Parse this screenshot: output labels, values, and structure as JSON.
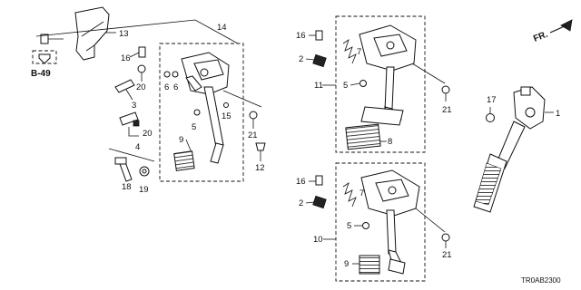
{
  "diagram": {
    "ref_block": {
      "label": "B-49"
    },
    "direction_label": "FR.",
    "drawing_code": "TR0AB2300",
    "part_labels": {
      "p1": "1",
      "p2a": "2",
      "p2b": "2",
      "p3": "3",
      "p4": "4",
      "p5a": "5",
      "p5b": "5",
      "p5c": "5",
      "p6a": "6",
      "p6b": "6",
      "p7a": "7",
      "p7b": "7",
      "p8": "8",
      "p9a": "9",
      "p9b": "9",
      "p10": "10",
      "p11": "11",
      "p12": "12",
      "p13": "13",
      "p14": "14",
      "p15": "15",
      "p16a": "16",
      "p16b": "16",
      "p16c": "16",
      "p17": "17",
      "p18": "18",
      "p19": "19",
      "p20a": "20",
      "p20b": "20",
      "p21a": "21",
      "p21b": "21",
      "p21c": "21"
    }
  }
}
